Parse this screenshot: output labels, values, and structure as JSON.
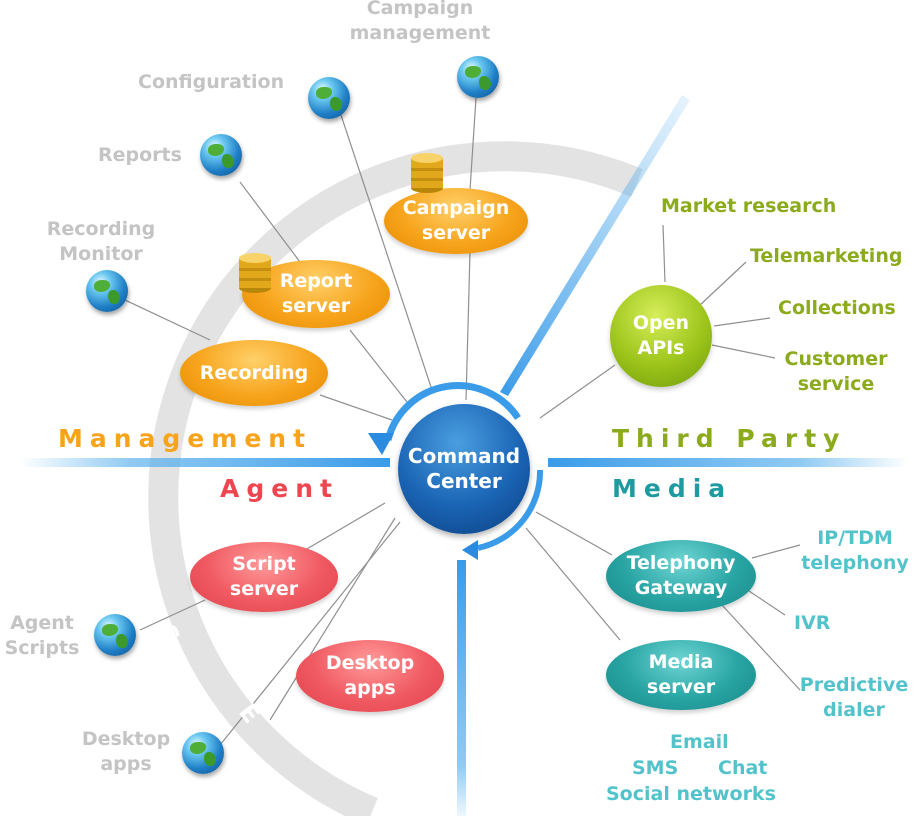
{
  "center": {
    "label": "Command\nCenter"
  },
  "ring_label": "W E B   S E R V I C E S   A P I",
  "sections": {
    "management": "Management",
    "agent": "Agent",
    "third_party": "Third Party",
    "media": "Media"
  },
  "nodes": {
    "campaign_server": "Campaign\nserver",
    "report_server": "Report\nserver",
    "recording": "Recording",
    "open_apis": "Open\nAPIs",
    "script_server": "Script\nserver",
    "desktop_apps": "Desktop\napps",
    "telephony_gateway": "Telephony\nGateway",
    "media_server": "Media\nserver"
  },
  "management_labels": {
    "campaign_management": "Campaign\nmanagement",
    "configuration": "Configuration",
    "reports": "Reports",
    "recording_monitor": "Recording\nMonitor"
  },
  "agent_labels": {
    "agent_scripts": "Agent\nScripts",
    "desktop_apps": "Desktop\napps"
  },
  "third_party_labels": {
    "market_research": "Market research",
    "telemarketing": "Telemarketing",
    "collections": "Collections",
    "customer_service": "Customer\nservice"
  },
  "media_labels": {
    "ip_tdm": "IP/TDM\ntelephony",
    "ivr": "IVR",
    "predictive_dialer": "Predictive\ndialer",
    "email": "Email",
    "sms": "SMS",
    "chat": "Chat",
    "social_networks": "Social networks"
  },
  "colors": {
    "management": "#f7a41c",
    "agent": "#ee4650",
    "third_party": "#8bab1c",
    "media": "#1f9aa0",
    "ring": "#e3e3e3",
    "axis": "#5fb3ee",
    "external_text": "#c4c4c4"
  }
}
